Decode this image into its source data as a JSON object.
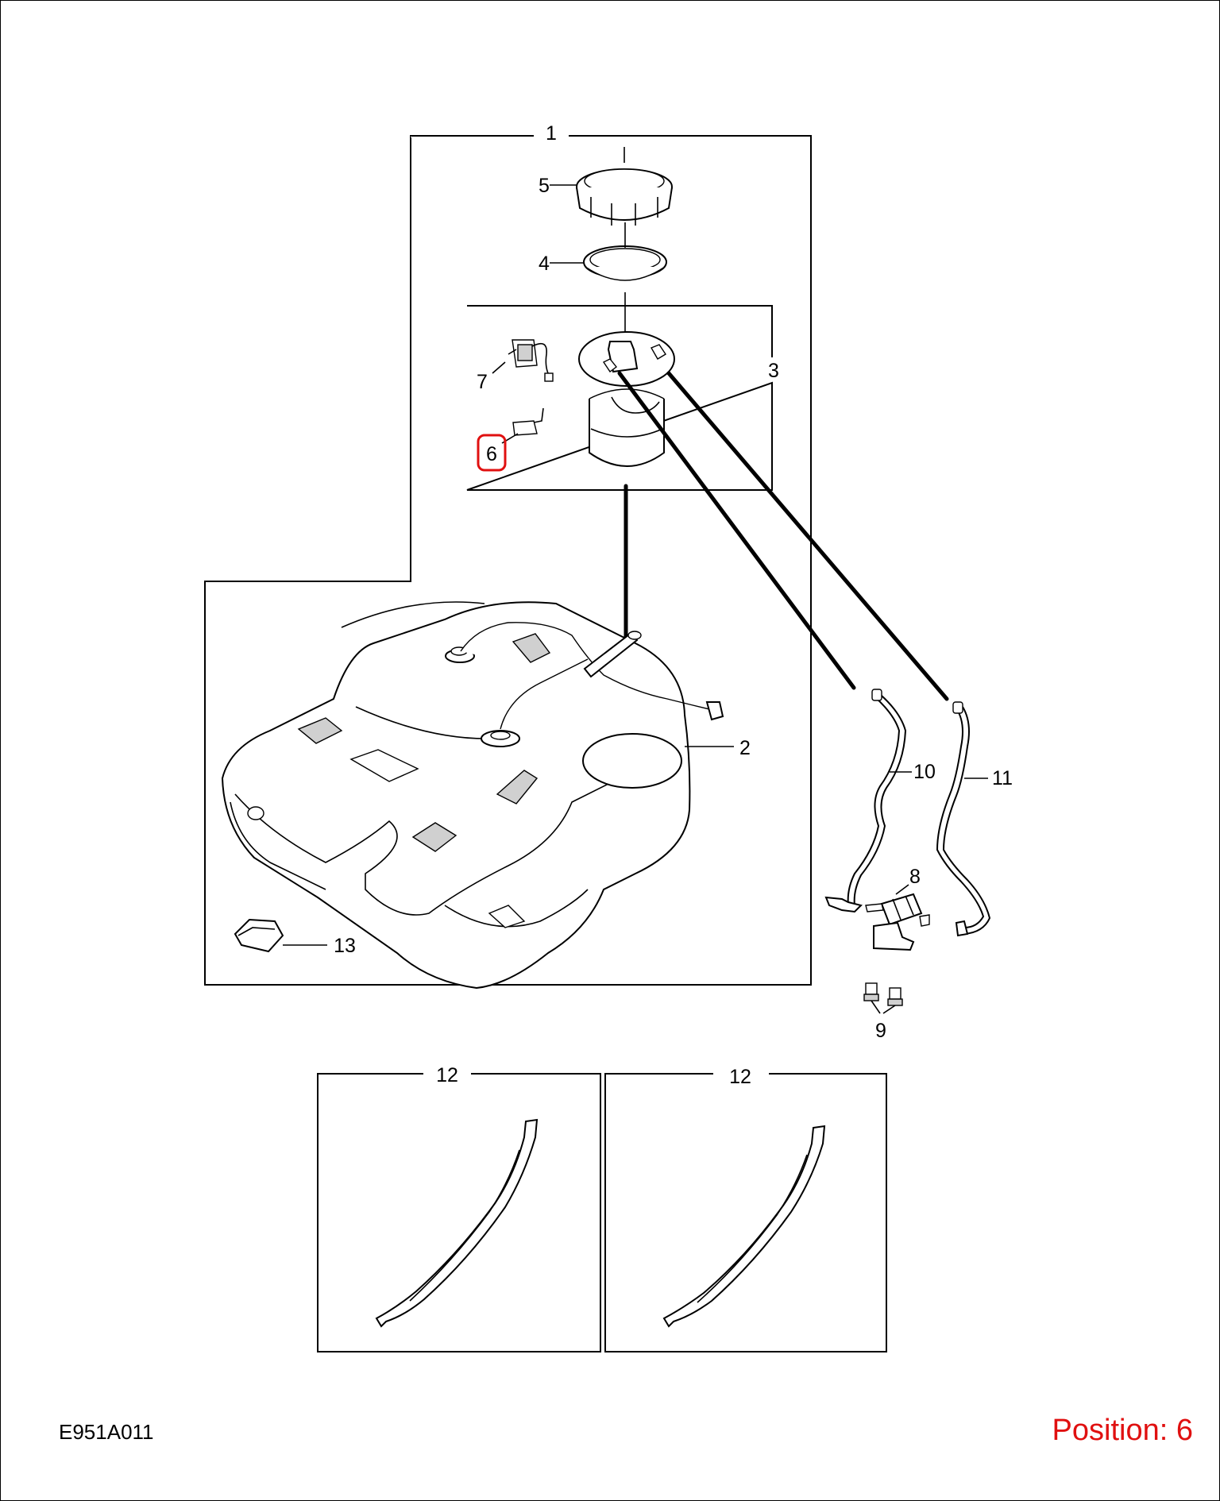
{
  "callouts": {
    "c1": "1",
    "c2": "2",
    "c3": "3",
    "c4": "4",
    "c5": "5",
    "c6": "6",
    "c7": "7",
    "c8": "8",
    "c9": "9",
    "c10": "10",
    "c11": "11",
    "c12a": "12",
    "c12b": "12",
    "c13": "13"
  },
  "highlight": {
    "callout": "6",
    "color": "#e01010"
  },
  "footer": {
    "drawing_code": "E951A011",
    "position_text": "Position: 6"
  },
  "colors": {
    "line": "#000000",
    "shade": "#d0d0d0",
    "accent": "#e01010"
  }
}
